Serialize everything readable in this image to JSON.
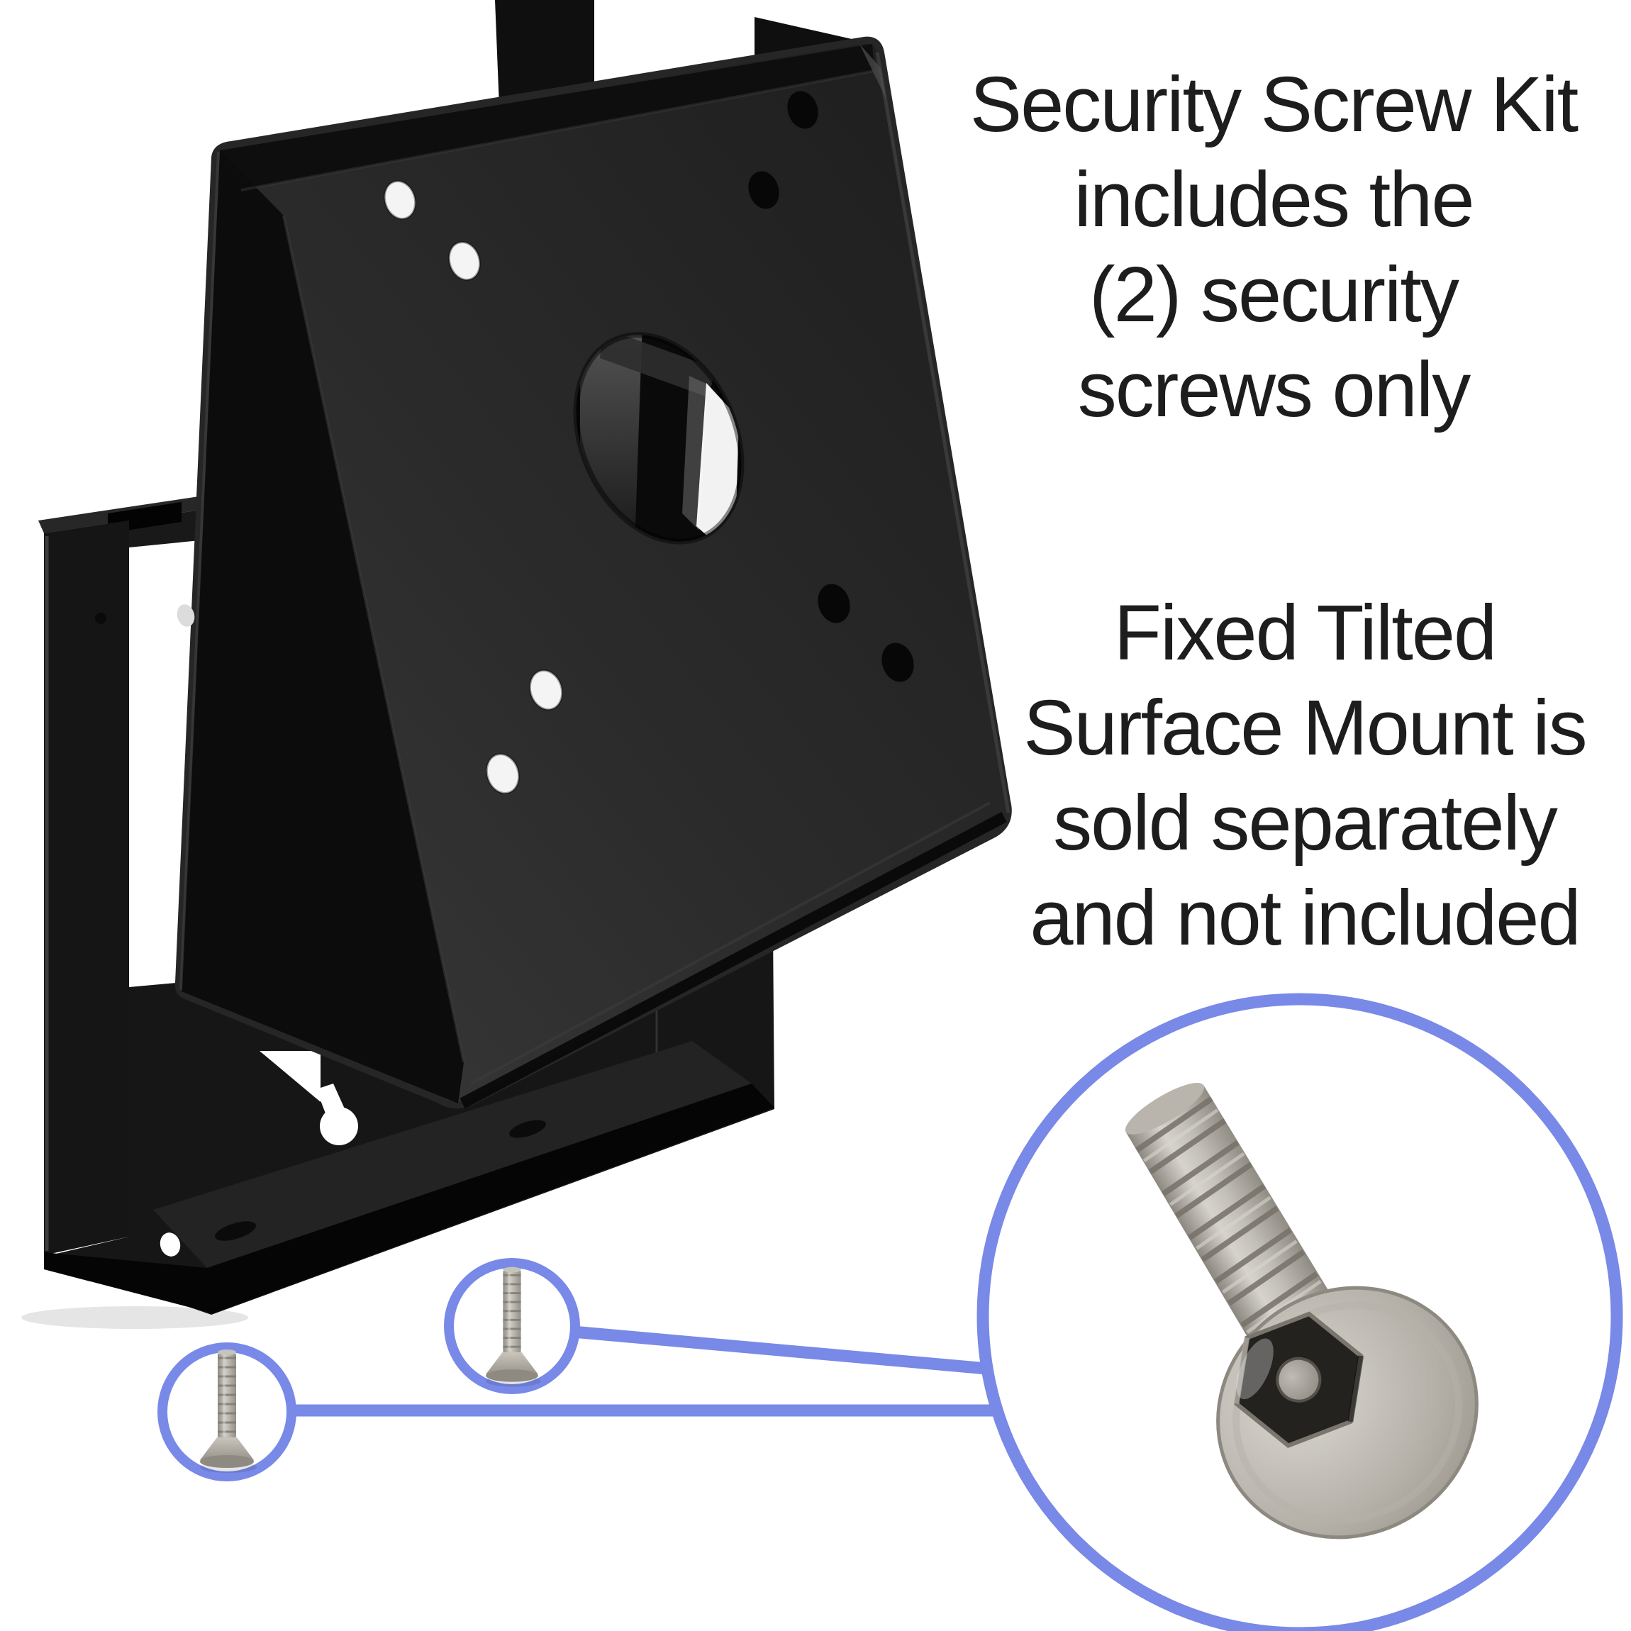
{
  "page": {
    "background": "#ffffff"
  },
  "annotations": {
    "security_note": {
      "lines": [
        "Security Screw Kit",
        "includes the",
        "(2) security",
        "screws only"
      ]
    },
    "separate_note": {
      "lines": [
        "Fixed Tilted",
        "Surface Mount is",
        "sold separately",
        "and not included"
      ]
    }
  },
  "callouts": {
    "color": "#7889e7",
    "small_circle_count": 2,
    "detail_view": "security-screw-closeup"
  },
  "figures": {
    "mount": "fixed-tilted-surface-mount-bracket",
    "screws": "(2) security screws",
    "metal_color": "#2b2b2b",
    "screw_color": "#b3afa7",
    "text_color": "#1d1d1d"
  }
}
